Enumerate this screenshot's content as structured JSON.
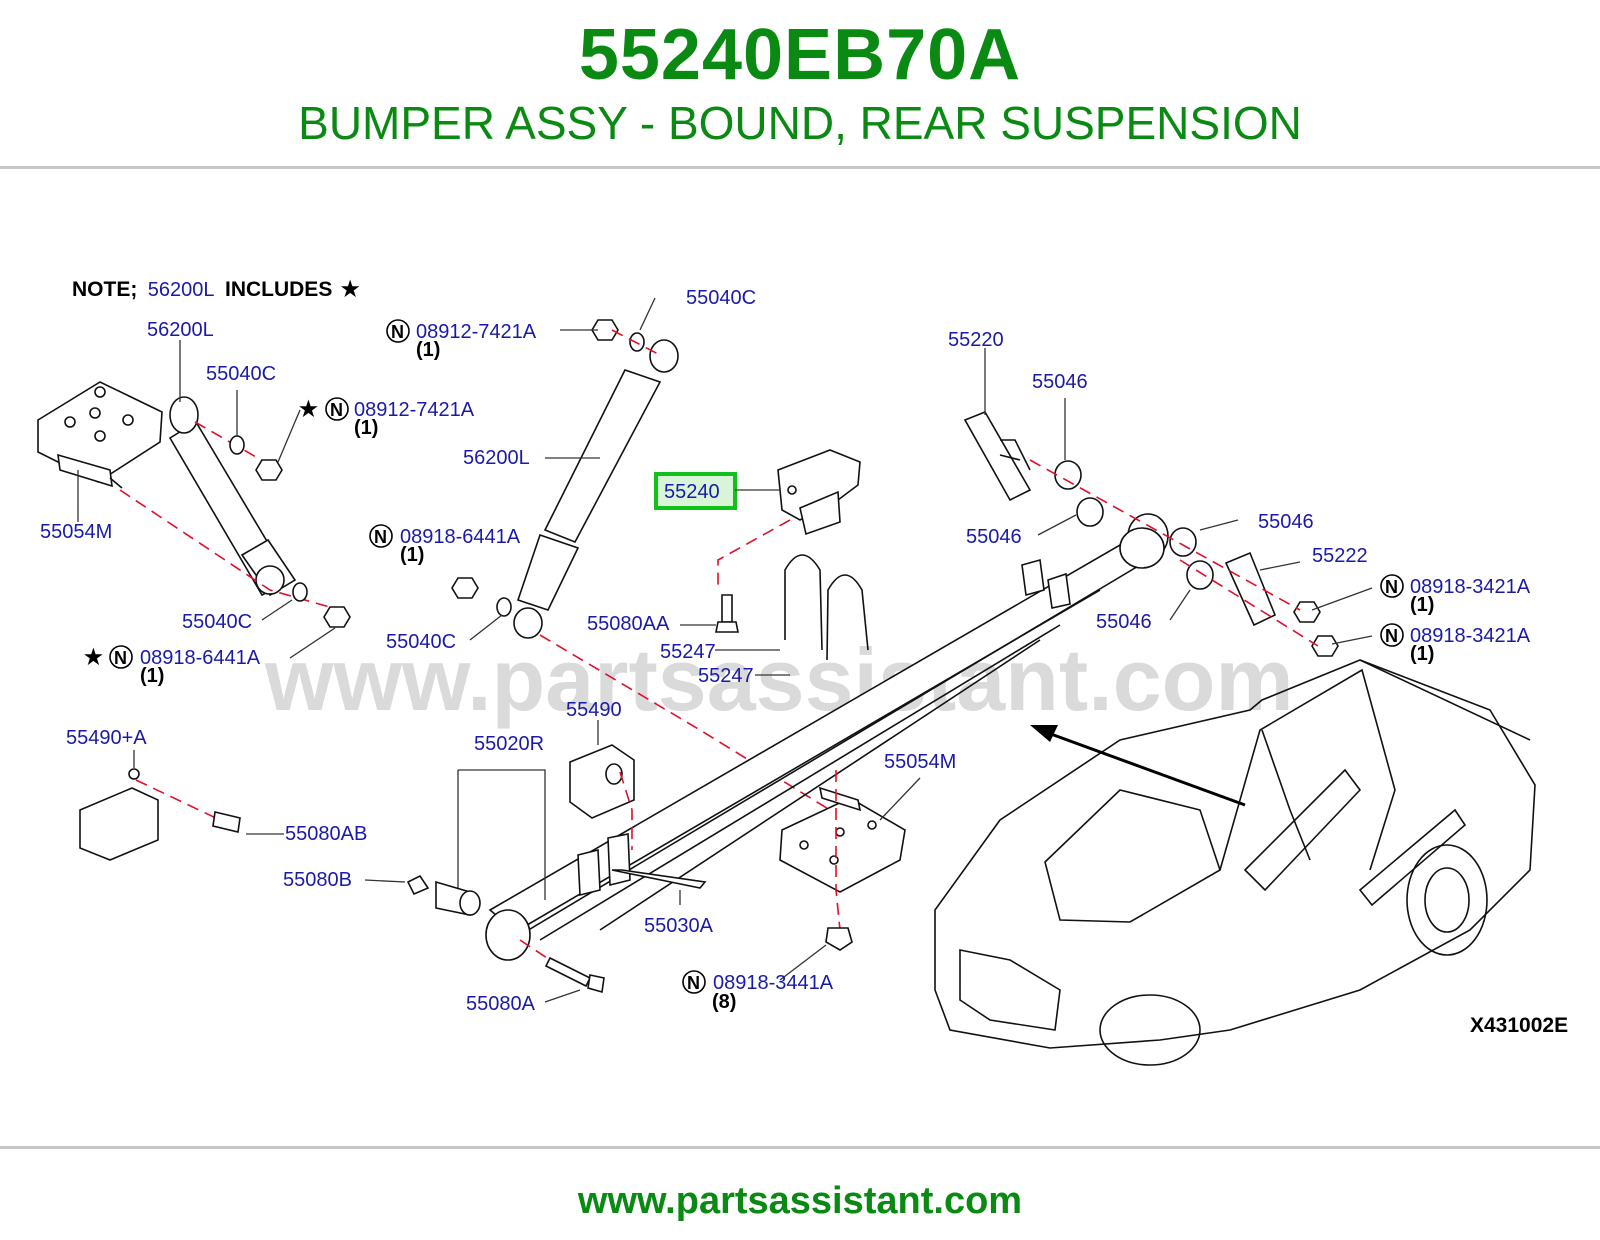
{
  "header": {
    "part_number": "55240EB70A",
    "description": "BUMPER ASSY - BOUND, REAR SUSPENSION"
  },
  "note": {
    "prefix": "NOTE;",
    "part": "56200L",
    "suffix": "INCLUDES",
    "star": "★"
  },
  "watermark": "www.partsassistant.com",
  "diagram_code": "X431002E",
  "footer": {
    "url": "www.partsassistant.com"
  },
  "colors": {
    "title_green": "#0a8a12",
    "label_blue": "#1a1aa8",
    "highlight_green": "#12c01a",
    "dash_red": "#e0102a"
  },
  "callouts": {
    "c56200L_a": "56200L",
    "c55040C_a": "55040C",
    "c08912_a": "08912-7421A",
    "c08912_a_qty": "(1)",
    "c55054M_a": "55054M",
    "c55040C_b": "55040C",
    "c08918_6441_a": "08918-6441A",
    "c08918_6441_a_qty": "(1)",
    "c55040C_c": "55040C",
    "c08912_b": "08912-7421A",
    "c08912_b_qty": "(1)",
    "c56200L_b": "56200L",
    "c08918_6441_b": "08918-6441A",
    "c08918_6441_b_qty": "(1)",
    "c55040C_d": "55040C",
    "c55240": "55240",
    "c55080AA": "55080AA",
    "c55247_a": "55247",
    "c55247_b": "55247",
    "c55220": "55220",
    "c55046_a": "55046",
    "c55046_b": "55046",
    "c55046_c": "55046",
    "c55046_d": "55046",
    "c55222": "55222",
    "c08918_3421_a": "08918-3421A",
    "c08918_3421_a_qty": "(1)",
    "c08918_3421_b": "08918-3421A",
    "c08918_3421_b_qty": "(1)",
    "c55490A": "55490+A",
    "c55080AB": "55080AB",
    "c55020R": "55020R",
    "c55490": "55490",
    "c55054M_b": "55054M",
    "c55080B": "55080B",
    "c55030A": "55030A",
    "c55080A": "55080A",
    "c08918_3441": "08918-3441A",
    "c08918_3441_qty": "(8)",
    "n": "N"
  }
}
